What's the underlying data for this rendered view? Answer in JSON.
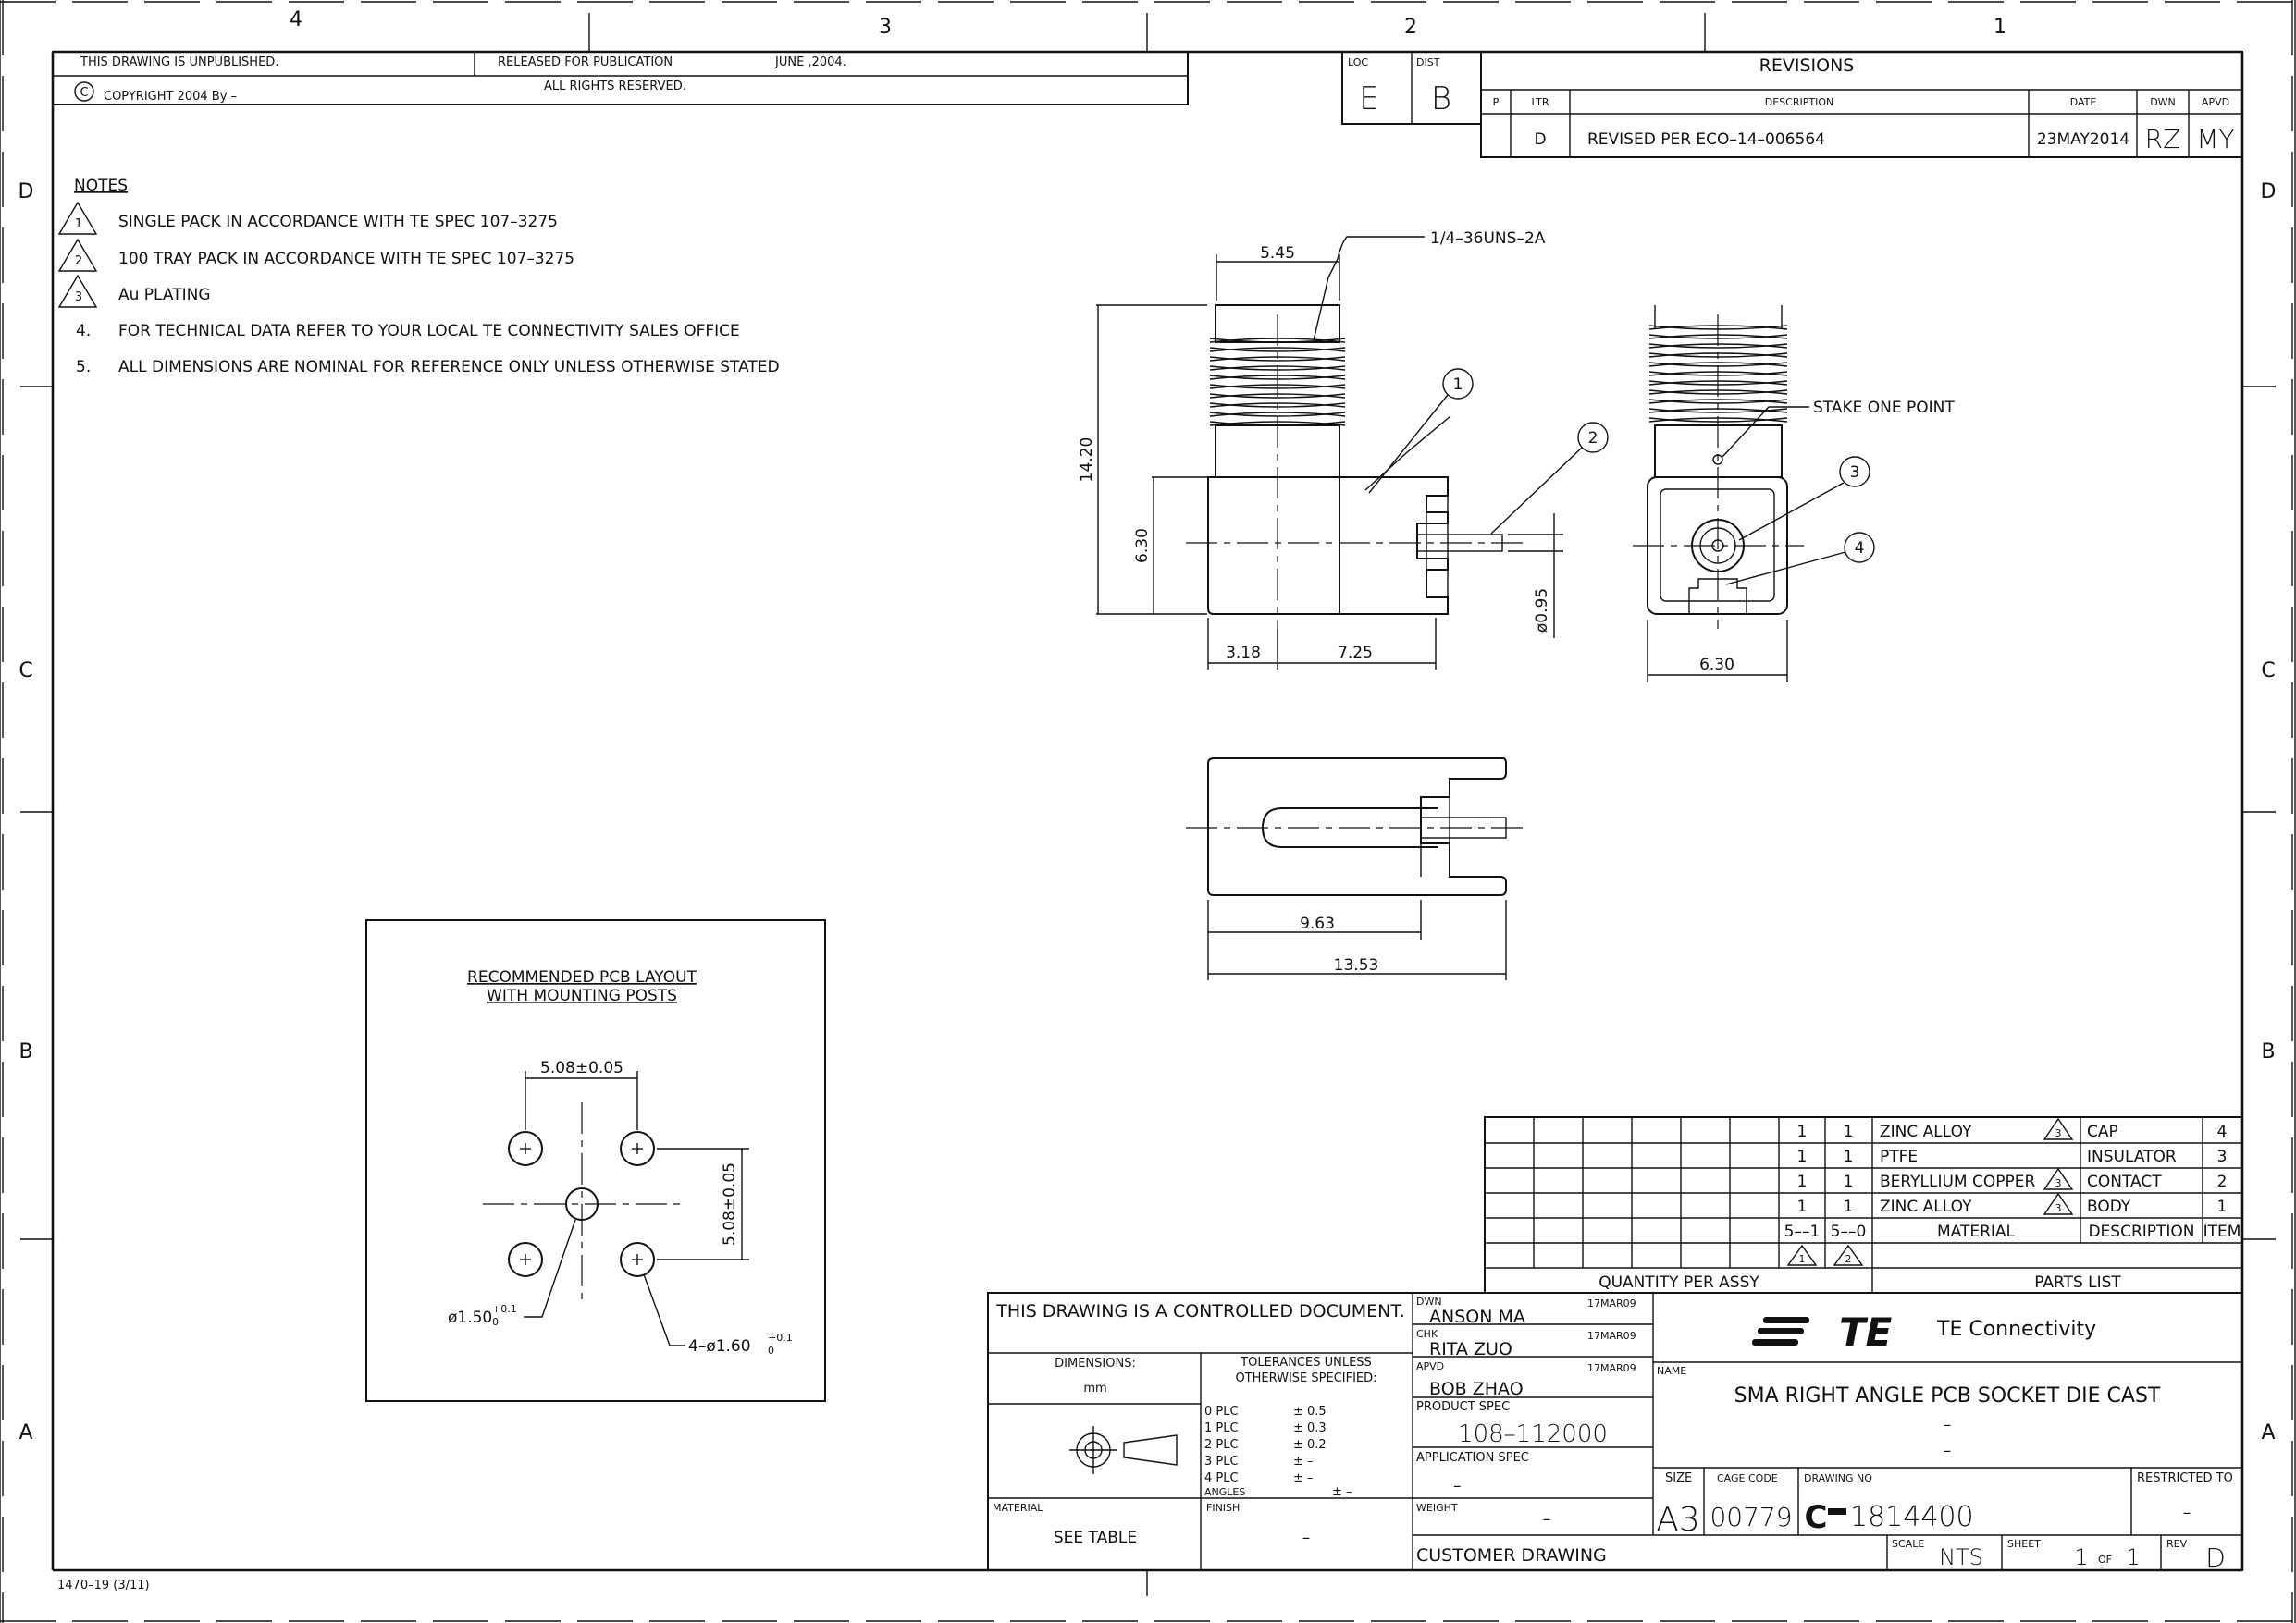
{
  "zones": {
    "top": [
      "4",
      "3",
      "2",
      "1"
    ],
    "side": [
      "D",
      "C",
      "B",
      "A"
    ]
  },
  "header": {
    "unpublished": "THIS DRAWING IS UNPUBLISHED.",
    "released": "RELEASED FOR PUBLICATION",
    "release_date": "JUNE ,2004.",
    "copyright_symbol": "C",
    "copyright": "COPYRIGHT  2004  By  –",
    "rights": "ALL  RIGHTS  RESERVED.",
    "loc_label": "LOC",
    "loc_value": "E",
    "dist_label": "DIST",
    "dist_value": "B"
  },
  "revisions": {
    "title": "REVISIONS",
    "headers": [
      "P",
      "LTR",
      "DESCRIPTION",
      "DATE",
      "DWN",
      "APVD"
    ],
    "rows": [
      {
        "ltr": "D",
        "description": "REVISED  PER  ECO–14–006564",
        "date": "23MAY2014",
        "dwn": "RZ",
        "apvd": "MY"
      }
    ]
  },
  "notes": {
    "title": "NOTES",
    "items": [
      {
        "num": "1",
        "flag": true,
        "text": "SINGLE  PACK  IN  ACCORDANCE  WITH  TE  SPEC  107–3275"
      },
      {
        "num": "2",
        "flag": true,
        "text": "100  TRAY  PACK  IN  ACCORDANCE  WITH  TE  SPEC  107–3275"
      },
      {
        "num": "3",
        "flag": true,
        "text": "Au  PLATING"
      },
      {
        "num": "4.",
        "flag": false,
        "text": "FOR  TECHNICAL  DATA  REFER  TO  YOUR  LOCAL  TE  CONNECTIVITY  SALES  OFFICE"
      },
      {
        "num": "5.",
        "flag": false,
        "text": "ALL  DIMENSIONS  ARE  NOMINAL  FOR  REFERENCE  ONLY  UNLESS  OTHERWISE  STATED"
      }
    ]
  },
  "views": {
    "thread": "1/4–36UNS–2A",
    "stake": "STAKE  ONE  POINT",
    "dims": {
      "d545": "5.45",
      "d1420": "14.20",
      "d630v": "6.30",
      "d318": "3.18",
      "d725": "7.25",
      "d095": "ø0.95",
      "d630h": "6.30",
      "d963": "9.63",
      "d1353": "13.53"
    },
    "balloons": [
      "1",
      "2",
      "3",
      "4"
    ]
  },
  "pcb": {
    "title1": "RECOMMENDED  PCB  LAYOUT",
    "title2": "WITH  MOUNTING  POSTS",
    "dim_h": "5.08±0.05",
    "dim_v": "5.08±0.05",
    "hole_center": "ø1.50",
    "hole_center_tol_up": "+0.1",
    "hole_center_tol_dn": "0",
    "hole_posts": "4–ø1.60",
    "hole_posts_tol_up": "+0.1",
    "hole_posts_tol_dn": "0"
  },
  "parts": {
    "title": "PARTS  LIST",
    "qty_label": "QUANTITY  PER  ASSY",
    "dash_headers": [
      "5––1",
      "5––0"
    ],
    "flag_headers": [
      "1",
      "2"
    ],
    "headers": {
      "material": "MATERIAL",
      "description": "DESCRIPTION",
      "item": "ITEM"
    },
    "rows": [
      {
        "q1": "1",
        "q2": "1",
        "material": "ZINC  ALLOY",
        "flag": "3",
        "description": "CAP",
        "item": "4"
      },
      {
        "q1": "1",
        "q2": "1",
        "material": "PTFE",
        "flag": "",
        "description": "INSULATOR",
        "item": "3"
      },
      {
        "q1": "1",
        "q2": "1",
        "material": "BERYLLIUM  COPPER",
        "flag": "3",
        "description": "CONTACT",
        "item": "2"
      },
      {
        "q1": "1",
        "q2": "1",
        "material": "ZINC  ALLOY",
        "flag": "3",
        "description": "BODY",
        "item": "1"
      }
    ]
  },
  "title_block": {
    "controlled": "THIS  DRAWING  IS  A  CONTROLLED  DOCUMENT.",
    "dimensions_label": "DIMENSIONS:",
    "dimensions_unit": "mm",
    "tol_title1": "TOLERANCES  UNLESS",
    "tol_title2": "OTHERWISE  SPECIFIED:",
    "tolerances": [
      {
        "plc": "0  PLC",
        "val": "± 0.5"
      },
      {
        "plc": "1  PLC",
        "val": "± 0.3"
      },
      {
        "plc": "2  PLC",
        "val": "± 0.2"
      },
      {
        "plc": "3  PLC",
        "val": "± –"
      },
      {
        "plc": "4  PLC",
        "val": "± –"
      }
    ],
    "angles_label": "ANGLES",
    "angles_val": "± –",
    "material_label": "MATERIAL",
    "material_value": "SEE  TABLE",
    "finish_label": "FINISH",
    "finish_value": "–",
    "dwn_label": "DWN",
    "dwn_name": "ANSON  MA",
    "dwn_date": "17MAR09",
    "chk_label": "CHK",
    "chk_name": "RITA  ZUO",
    "chk_date": "17MAR09",
    "apvd_label": "APVD",
    "apvd_name": "BOB  ZHAO",
    "apvd_date": "17MAR09",
    "product_spec_label": "PRODUCT  SPEC",
    "product_spec": "108–112000",
    "app_spec_label": "APPLICATION  SPEC",
    "app_spec": "–",
    "weight_label": "WEIGHT",
    "weight": "–",
    "customer": "CUSTOMER  DRAWING",
    "logo": "TE",
    "company": "TE  Connectivity",
    "name_label": "NAME",
    "name": "SMA  RIGHT  ANGLE  PCB  SOCKET  DIE  CAST",
    "name2": "–",
    "name3": "–",
    "size_label": "SIZE",
    "size": "A3",
    "cage_label": "CAGE  CODE",
    "cage": "00779",
    "dwg_label": "DRAWING  NO",
    "dwg_prefix": "C",
    "dwg_no": "1814400",
    "restricted_label": "RESTRICTED  TO",
    "restricted": "–",
    "scale_label": "SCALE",
    "scale": "NTS",
    "sheet_label": "SHEET",
    "sheet": "1",
    "of_label": "OF",
    "of": "1",
    "rev_label": "REV",
    "rev": "D"
  },
  "footer": "1470–19   (3/11)"
}
